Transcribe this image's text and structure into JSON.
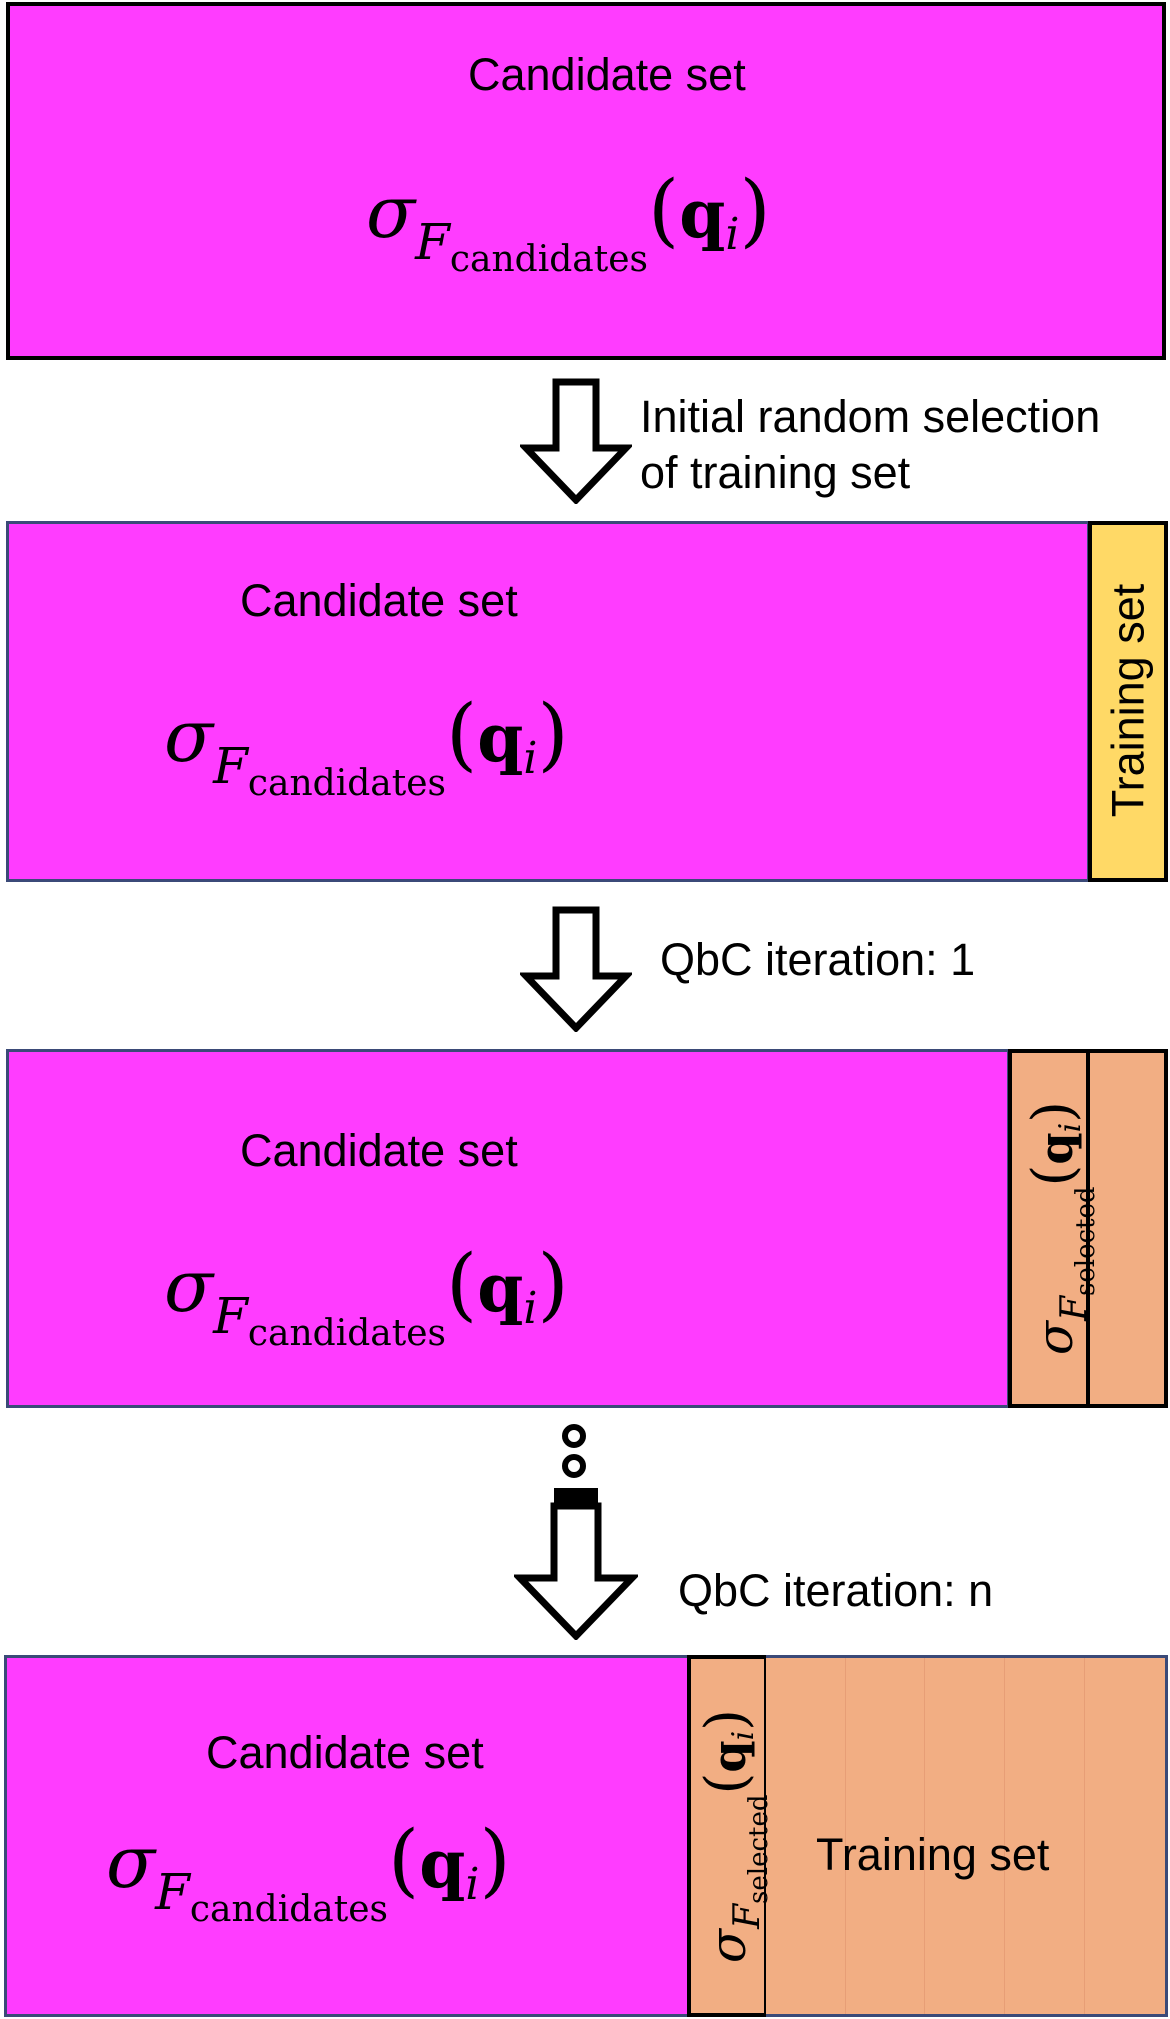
{
  "colors": {
    "candidate_fill": "#ff3cff",
    "selected_fill": "#f2ae83",
    "training_fill": "#ffd966",
    "border": "#000000",
    "panel_border": "#3b4a78"
  },
  "panels": [
    {
      "candidate_label": "Candidate set",
      "math": {
        "sigma": "σ",
        "F": "F",
        "sub": "candidates",
        "q": "q",
        "i": "i"
      }
    },
    {
      "candidate_label": "Candidate set",
      "math": {
        "sigma": "σ",
        "F": "F",
        "sub": "candidates",
        "q": "q",
        "i": "i"
      },
      "training_label": "Training set"
    },
    {
      "candidate_label": "Candidate set",
      "math": {
        "sigma": "σ",
        "F": "F",
        "sub": "candidates",
        "q": "q",
        "i": "i"
      },
      "selected_math": {
        "sigma": "σ",
        "F": "F",
        "sub": "selected",
        "q": "q",
        "i": "i"
      }
    },
    {
      "candidate_label": "Candidate set",
      "math": {
        "sigma": "σ",
        "F": "F",
        "sub": "candidates",
        "q": "q",
        "i": "i"
      },
      "selected_math": {
        "sigma": "σ",
        "F": "F",
        "sub": "selected",
        "q": "q",
        "i": "i"
      },
      "training_label": "Training set"
    }
  ],
  "steps": [
    {
      "line1": "Initial random selection",
      "line2": "of training set"
    },
    {
      "line1": "QbC iteration: 1"
    },
    {
      "line1": "QbC iteration: n"
    }
  ]
}
